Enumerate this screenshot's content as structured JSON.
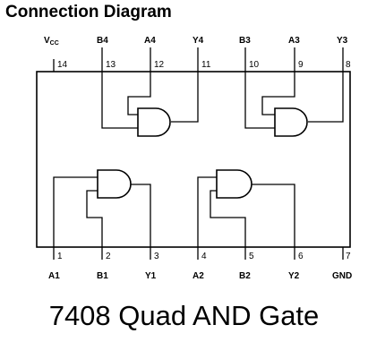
{
  "heading": "Connection Diagram",
  "caption": "7408 Quad AND Gate",
  "pins_top": [
    {
      "num": "14",
      "name": "V",
      "sub": "CC"
    },
    {
      "num": "13",
      "name": "B4"
    },
    {
      "num": "12",
      "name": "A4"
    },
    {
      "num": "11",
      "name": "Y4"
    },
    {
      "num": "10",
      "name": "B3"
    },
    {
      "num": "9",
      "name": "A3"
    },
    {
      "num": "8",
      "name": "Y3"
    }
  ],
  "pins_bottom": [
    {
      "num": "1",
      "name": "A1"
    },
    {
      "num": "2",
      "name": "B1"
    },
    {
      "num": "3",
      "name": "Y1"
    },
    {
      "num": "4",
      "name": "A2"
    },
    {
      "num": "5",
      "name": "B2"
    },
    {
      "num": "6",
      "name": "Y2"
    },
    {
      "num": "7",
      "name": "GND"
    }
  ]
}
